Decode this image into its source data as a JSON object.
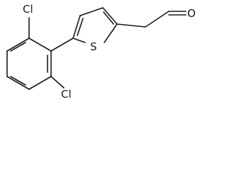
{
  "atoms": {
    "cl_top": "Cl",
    "cl_bottom": "Cl",
    "sulfur": "S",
    "oxygen": "O"
  }
}
